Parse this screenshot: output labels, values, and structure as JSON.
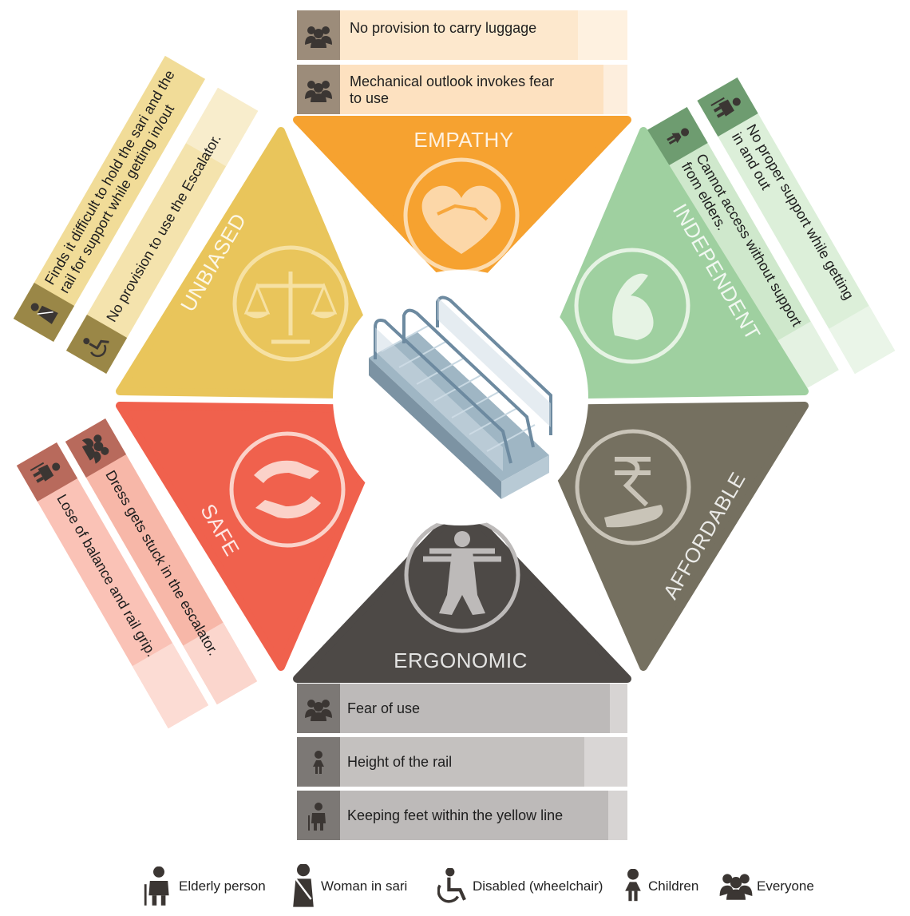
{
  "segments": {
    "empathy": {
      "title": "EMPATHY",
      "color": "#f6a230",
      "icon": "handshake-heart-icon"
    },
    "independent": {
      "title": "INDEPENDENT",
      "color": "#9fd0a0",
      "icon": "flexed-arm-icon"
    },
    "affordable": {
      "title": "AFFORDABLE",
      "color": "#757060",
      "icon": "rupee-hand-icon"
    },
    "ergonomic": {
      "title": "ERGONOMIC",
      "color": "#4d4946",
      "icon": "vitruvian-man-icon"
    },
    "safe": {
      "title": "SAFE",
      "color": "#f0614d",
      "icon": "protecting-hands-icon"
    },
    "unbiased": {
      "title": "UNBIASED",
      "color": "#e9c55b",
      "icon": "balance-scale-icon"
    }
  },
  "center": {
    "icon": "escalator-icon"
  },
  "issues": {
    "empathy": [
      {
        "text": "No provision to carry luggage",
        "user": "everyone"
      },
      {
        "text_lines": [
          "Mechanical outlook invokes fear",
          "to use"
        ],
        "user": "everyone"
      }
    ],
    "ergonomic": [
      {
        "text": "Fear of use",
        "user": "everyone"
      },
      {
        "text": "Height of the rail",
        "user": "children"
      },
      {
        "text": "Keeping feet within the yellow line",
        "user": "elderly"
      }
    ],
    "unbiased": [
      {
        "text_lines": [
          "Finds it difficult to hold the sari and the",
          "rail for support while getting in/out"
        ],
        "user": "woman-in-sari"
      },
      {
        "text_lines": [
          "No provision to use the Escalator."
        ],
        "user": "disabled"
      }
    ],
    "independent": [
      {
        "text_lines": [
          "No proper support while getting",
          "in and out"
        ],
        "user": "elderly"
      },
      {
        "text_lines": [
          "Cannot access without support",
          "from elders."
        ],
        "user": "children"
      }
    ],
    "safe": [
      {
        "text_lines": [
          "Dress gets stuck in the escalator."
        ],
        "user": "everyone"
      },
      {
        "text_lines": [
          "Lose of balance and rail grip."
        ],
        "user": "elderly"
      }
    ]
  },
  "legend": [
    {
      "icon": "elderly-person-icon",
      "label": "Elderly person"
    },
    {
      "icon": "woman-in-sari-icon",
      "label": "Woman in sari"
    },
    {
      "icon": "wheelchair-icon",
      "label": "Disabled (wheelchair)"
    },
    {
      "icon": "child-icon",
      "label": "Children"
    },
    {
      "icon": "group-icon",
      "label": "Everyone"
    }
  ]
}
